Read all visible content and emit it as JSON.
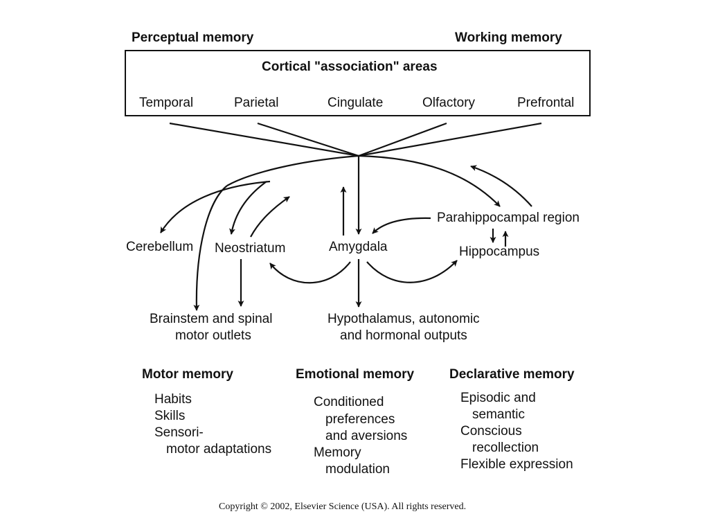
{
  "top_labels": {
    "perceptual": "Perceptual memory",
    "working": "Working memory"
  },
  "box": {
    "title": "Cortical \"association\" areas",
    "areas": [
      "Temporal",
      "Parietal",
      "Cingulate",
      "Olfactory",
      "Prefrontal"
    ]
  },
  "nodes": {
    "cerebellum": "Cerebellum",
    "neostriatum": "Neostriatum",
    "amygdala": "Amygdala",
    "parahippocampal": "Parahippocampal region",
    "hippocampus": "Hippocampus",
    "brainstem_line1": "Brainstem and spinal",
    "brainstem_line2": "motor outlets",
    "hypothalamus_line1": "Hypothalamus, autonomic",
    "hypothalamus_line2": "and hormonal outputs"
  },
  "memory_types": {
    "motor": {
      "title": "Motor memory",
      "items": [
        "Habits",
        "Skills",
        "Sensori-",
        "motor adaptations"
      ]
    },
    "emotional": {
      "title": "Emotional memory",
      "items": [
        "Conditioned",
        "preferences",
        "and aversions",
        "Memory",
        "modulation"
      ]
    },
    "declarative": {
      "title": "Declarative memory",
      "items": [
        "Episodic and",
        "semantic",
        "Conscious",
        "recollection",
        "Flexible expression"
      ]
    }
  },
  "copyright": "Copyright © 2002, Elsevier Science (USA). All rights reserved."
}
